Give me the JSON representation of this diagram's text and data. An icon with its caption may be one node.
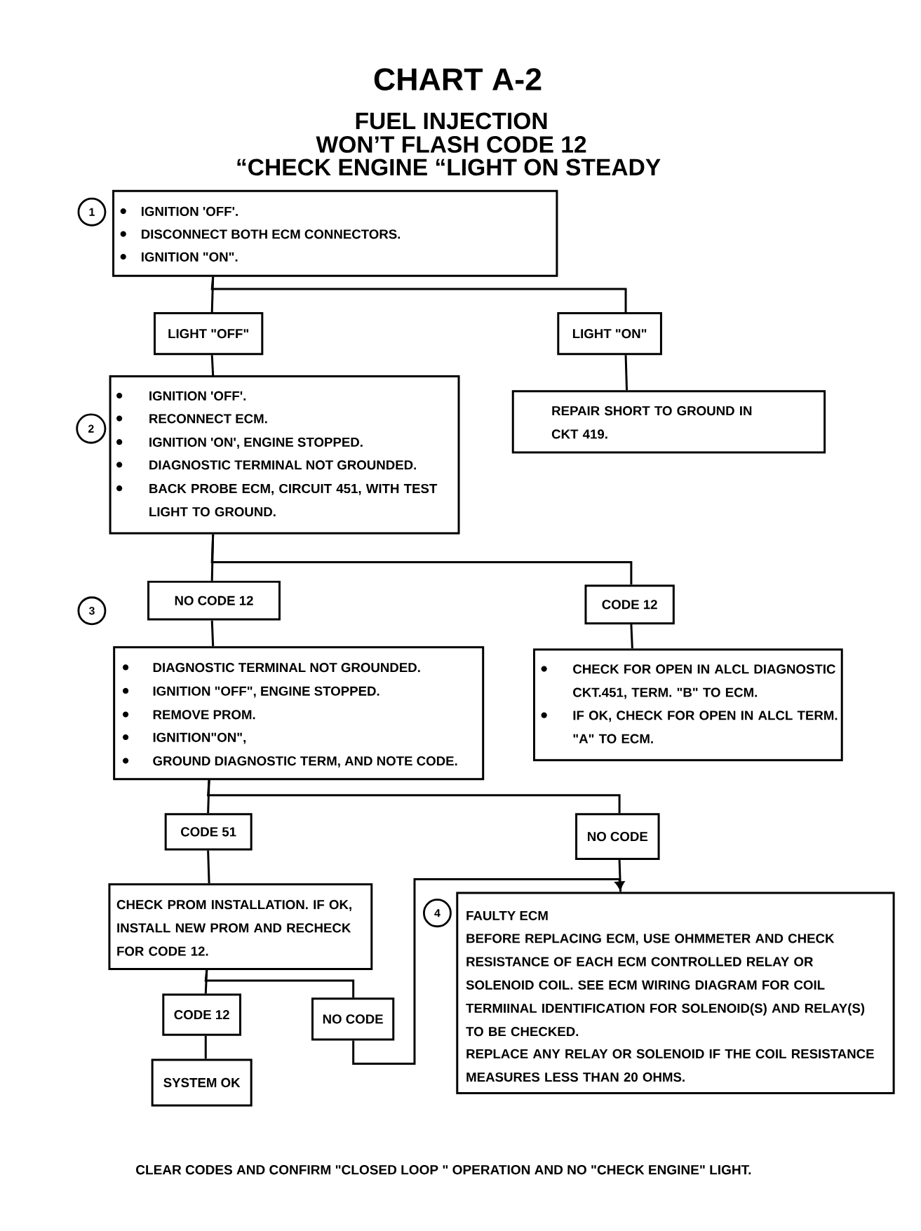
{
  "diagram": {
    "title": "CHART A-2",
    "nodes": [
      {
        "text": [
          "1"
        ]
      },
      {
        "text": [
          "IGNITION 'OFF'.",
          "DISCONNECT BOTH ECM CONNECTORS.",
          "IGNITION \"ON\"."
        ]
      },
      {
        "text": [
          "LIGHT \"OFF\""
        ]
      },
      {
        "text": [
          "LIGHT \"ON\""
        ]
      },
      {
        "text": [
          "2"
        ]
      },
      {
        "text": [
          "IGNITION 'OFF'.",
          "RECONNECT ECM.",
          "IGNITION 'ON', ENGINE STOPPED.",
          "DIAGNOSTIC TERMINAL NOT GROUNDED.",
          "BACK PROBE ECM, CIRCUIT 451, WITH TEST LIGHT TO GROUND."
        ]
      },
      {
        "text": [
          "REPAIR SHORT TO GROUND IN CKT 419."
        ]
      },
      {
        "text": [
          "3"
        ]
      },
      {
        "text": [
          "NO CODE 12"
        ]
      },
      {
        "text": [
          "CODE 12"
        ]
      },
      {
        "text": [
          "DIAGNOSTIC TERMINAL NOT GROUNDED.",
          "IGNITION \"OFF\", ENGINE STOPPED.",
          "REMOVE PROM.",
          "IGNITION\"ON\",",
          "GROUND DIAGNOSTIC TERM, AND NOTE CODE."
        ]
      },
      {
        "text": [
          "CHECK FOR OPEN IN ALCL DIAGNOSTIC CKT.451, TERM. \"B\" TO ECM.",
          "IF OK, CHECK FOR OPEN IN ALCL TERM. \"A\" TO ECM."
        ]
      },
      {
        "text": [
          "CODE 51"
        ]
      },
      {
        "text": [
          "NO CODE"
        ]
      },
      {
        "text": [
          "CHECK PROM INSTALLATION. IF OK, INSTALL NEW PROM AND RECHECK FOR CODE 12."
        ]
      },
      {
        "text": [
          "4"
        ]
      },
      {
        "text": [
          "FAULTY ECM",
          "BEFORE REPLACING ECM, USE OHMMETER AND CHECK RESISTANCE OF EACH ECM CONTROLLED RELAY OR SOLENOID COIL. SEE ECM WIRING DIAGRAM FOR COIL TERMIINAL IDENTIFICATION FOR SOLENOID(S) AND RELAY(S) TO BE CHECKED.",
          "REPLACE ANY RELAY OR SOLENOID IF THE COIL RESISTANCE MEASURES LESS THAN 20 OHMS."
        ]
      },
      {
        "text": [
          "CODE 12"
        ]
      },
      {
        "text": [
          "NO CODE"
        ]
      },
      {
        "text": [
          "SYSTEM OK"
        ]
      }
    ],
    "edges": [
      {
        "from": 1,
        "to": 2,
        "arrow": "none"
      },
      {
        "from": 1,
        "to": 3,
        "arrow": "none"
      },
      {
        "from": 2,
        "to": 5,
        "arrow": "none"
      },
      {
        "from": 3,
        "to": 6,
        "arrow": "none"
      },
      {
        "from": 5,
        "to": 8,
        "arrow": "none"
      },
      {
        "from": 5,
        "to": 9,
        "arrow": "none"
      },
      {
        "from": 8,
        "to": 10,
        "arrow": "none"
      },
      {
        "from": 9,
        "to": 11,
        "arrow": "none"
      },
      {
        "from": 10,
        "to": 12,
        "arrow": "none"
      },
      {
        "from": 10,
        "to": 13,
        "arrow": "none"
      },
      {
        "from": 12,
        "to": 14,
        "arrow": "none"
      },
      {
        "from": 13,
        "to": 16,
        "arrow": "none"
      },
      {
        "from": 14,
        "to": 17,
        "arrow": "none"
      },
      {
        "from": 14,
        "to": 18,
        "arrow": "none"
      },
      {
        "from": 17,
        "to": 19,
        "arrow": "none"
      },
      {
        "from": 18,
        "to": 16,
        "arrow": "to"
      }
    ],
    "labels": [
      "FUEL INJECTION",
      "WON’T FLASH CODE 12",
      "“CHECK ENGINE “LIGHT ON STEADY",
      "CLEAR CODES AND CONFIRM \"CLOSED LOOP \" OPERATION AND NO \"CHECK ENGINE\" LIGHT."
    ]
  }
}
